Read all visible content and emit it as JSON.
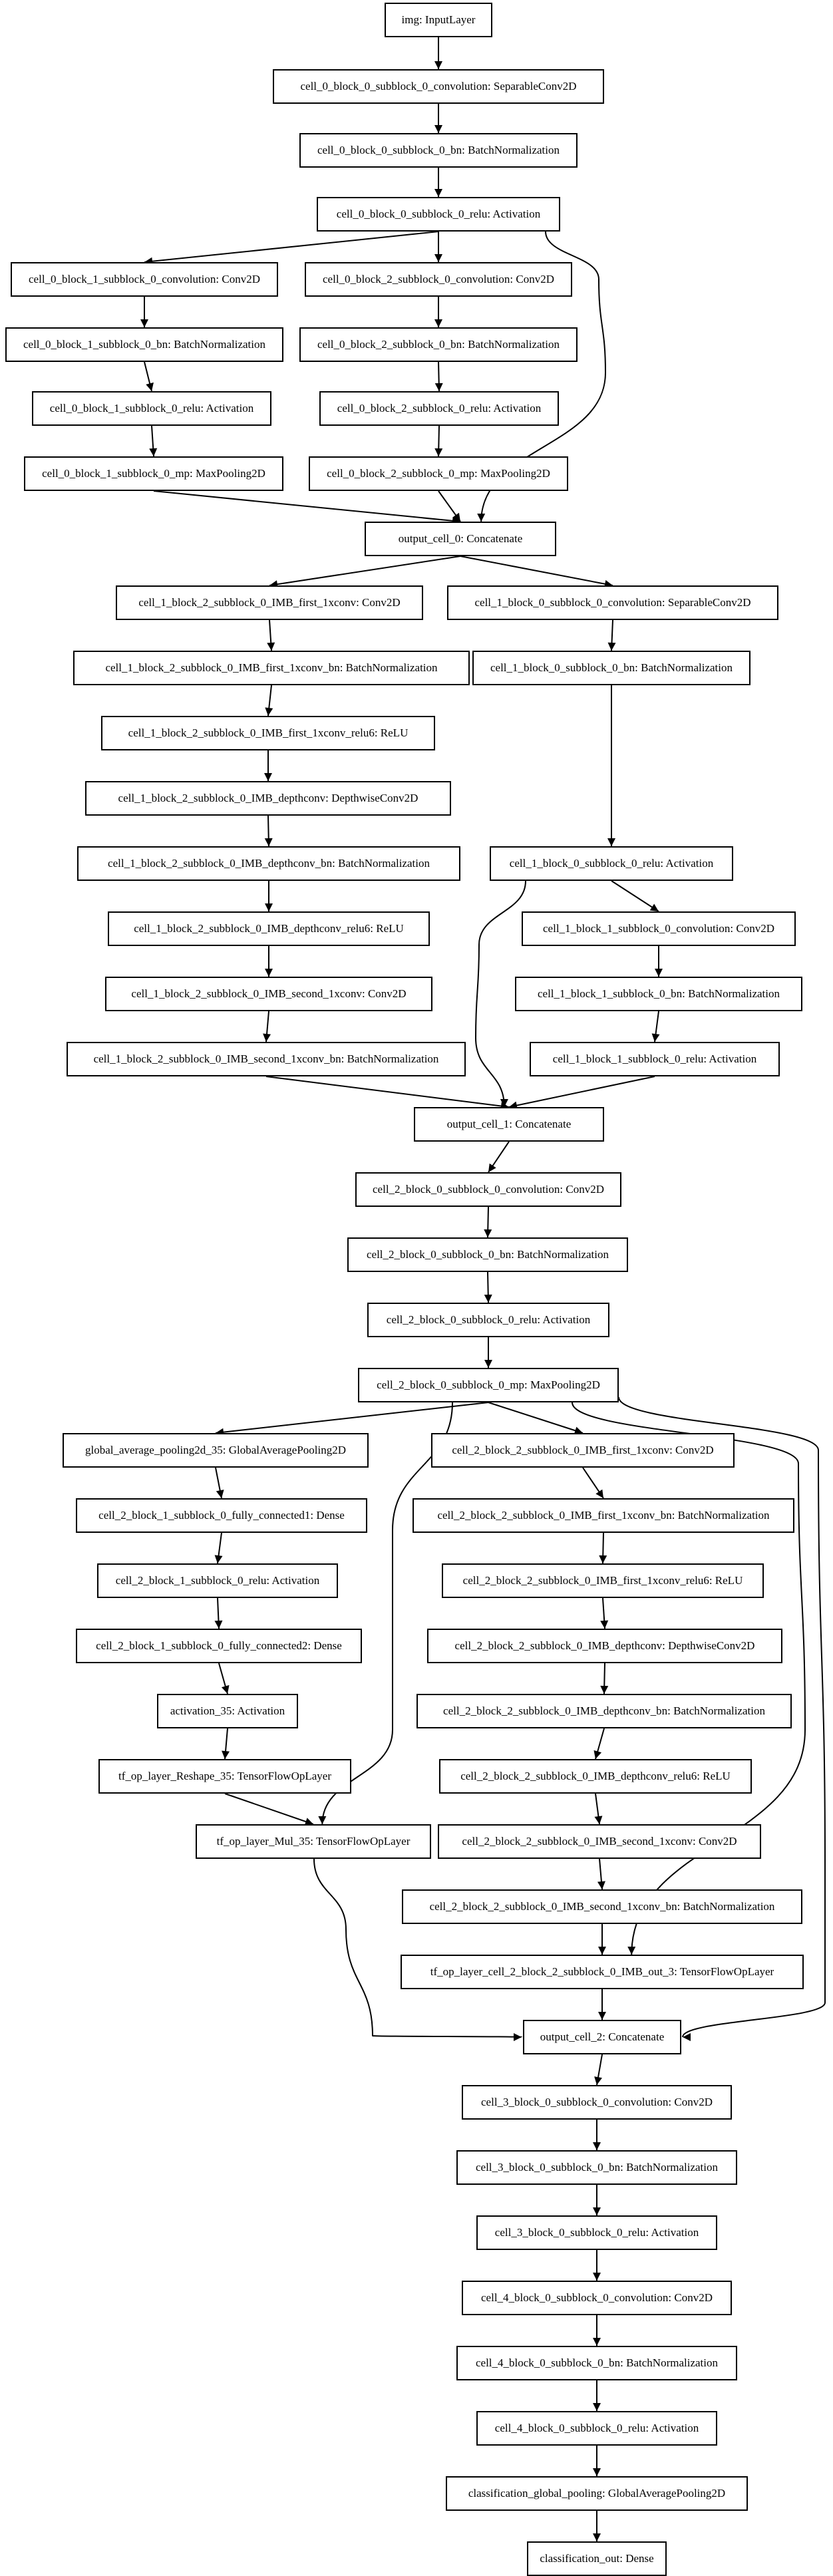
{
  "nodes": {
    "n0": "img: InputLayer",
    "n1": "cell_0_block_0_subblock_0_convolution: SeparableConv2D",
    "n2": "cell_0_block_0_subblock_0_bn: BatchNormalization",
    "n3": "cell_0_block_0_subblock_0_relu: Activation",
    "n4": "cell_0_block_1_subblock_0_convolution: Conv2D",
    "n5": "cell_0_block_2_subblock_0_convolution: Conv2D",
    "n6": "cell_0_block_1_subblock_0_bn: BatchNormalization",
    "n7": "cell_0_block_2_subblock_0_bn: BatchNormalization",
    "n8": "cell_0_block_1_subblock_0_relu: Activation",
    "n9": "cell_0_block_2_subblock_0_relu: Activation",
    "n10": "cell_0_block_1_subblock_0_mp: MaxPooling2D",
    "n11": "cell_0_block_2_subblock_0_mp: MaxPooling2D",
    "n12": "output_cell_0: Concatenate",
    "n13": "cell_1_block_2_subblock_0_IMB_first_1xconv: Conv2D",
    "n14": "cell_1_block_0_subblock_0_convolution: SeparableConv2D",
    "n15": "cell_1_block_2_subblock_0_IMB_first_1xconv_bn: BatchNormalization",
    "n16": "cell_1_block_0_subblock_0_bn: BatchNormalization",
    "n17": "cell_1_block_2_subblock_0_IMB_first_1xconv_relu6: ReLU",
    "n18": "cell_1_block_2_subblock_0_IMB_depthconv: DepthwiseConv2D",
    "n19": "cell_1_block_2_subblock_0_IMB_depthconv_bn: BatchNormalization",
    "n20": "cell_1_block_0_subblock_0_relu: Activation",
    "n21": "cell_1_block_2_subblock_0_IMB_depthconv_relu6: ReLU",
    "n22": "cell_1_block_1_subblock_0_convolution: Conv2D",
    "n23": "cell_1_block_2_subblock_0_IMB_second_1xconv: Conv2D",
    "n24": "cell_1_block_1_subblock_0_bn: BatchNormalization",
    "n25": "cell_1_block_2_subblock_0_IMB_second_1xconv_bn: BatchNormalization",
    "n26": "cell_1_block_1_subblock_0_relu: Activation",
    "n27": "output_cell_1: Concatenate",
    "n28": "cell_2_block_0_subblock_0_convolution: Conv2D",
    "n29": "cell_2_block_0_subblock_0_bn: BatchNormalization",
    "n30": "cell_2_block_0_subblock_0_relu: Activation",
    "n31": "cell_2_block_0_subblock_0_mp: MaxPooling2D",
    "n32": "global_average_pooling2d_35: GlobalAveragePooling2D",
    "n33": "cell_2_block_2_subblock_0_IMB_first_1xconv: Conv2D",
    "n34": "cell_2_block_1_subblock_0_fully_connected1: Dense",
    "n35": "cell_2_block_2_subblock_0_IMB_first_1xconv_bn: BatchNormalization",
    "n36": "cell_2_block_1_subblock_0_relu: Activation",
    "n37": "cell_2_block_2_subblock_0_IMB_first_1xconv_relu6: ReLU",
    "n38": "cell_2_block_1_subblock_0_fully_connected2: Dense",
    "n39": "cell_2_block_2_subblock_0_IMB_depthconv: DepthwiseConv2D",
    "n40": "activation_35: Activation",
    "n41": "cell_2_block_2_subblock_0_IMB_depthconv_bn: BatchNormalization",
    "n42": "tf_op_layer_Reshape_35: TensorFlowOpLayer",
    "n43": "cell_2_block_2_subblock_0_IMB_depthconv_relu6: ReLU",
    "n44": "tf_op_layer_Mul_35: TensorFlowOpLayer",
    "n45": "cell_2_block_2_subblock_0_IMB_second_1xconv: Conv2D",
    "n46": "cell_2_block_2_subblock_0_IMB_second_1xconv_bn: BatchNormalization",
    "n47": "tf_op_layer_cell_2_block_2_subblock_0_IMB_out_3: TensorFlowOpLayer",
    "n48": "output_cell_2: Concatenate",
    "n49": "cell_3_block_0_subblock_0_convolution: Conv2D",
    "n50": "cell_3_block_0_subblock_0_bn: BatchNormalization",
    "n51": "cell_3_block_0_subblock_0_relu: Activation",
    "n52": "cell_4_block_0_subblock_0_convolution: Conv2D",
    "n53": "cell_4_block_0_subblock_0_bn: BatchNormalization",
    "n54": "cell_4_block_0_subblock_0_relu: Activation",
    "n55": "classification_global_pooling: GlobalAveragePooling2D",
    "n56": "classification_out: Dense"
  },
  "edges": [
    [
      "n0",
      "n1"
    ],
    [
      "n1",
      "n2"
    ],
    [
      "n2",
      "n3"
    ],
    [
      "n3",
      "n4"
    ],
    [
      "n3",
      "n5"
    ],
    [
      "n3",
      "n12"
    ],
    [
      "n4",
      "n6"
    ],
    [
      "n6",
      "n8"
    ],
    [
      "n8",
      "n10"
    ],
    [
      "n10",
      "n12"
    ],
    [
      "n5",
      "n7"
    ],
    [
      "n7",
      "n9"
    ],
    [
      "n9",
      "n11"
    ],
    [
      "n11",
      "n12"
    ],
    [
      "n12",
      "n13"
    ],
    [
      "n12",
      "n14"
    ],
    [
      "n13",
      "n15"
    ],
    [
      "n15",
      "n17"
    ],
    [
      "n17",
      "n18"
    ],
    [
      "n18",
      "n19"
    ],
    [
      "n19",
      "n21"
    ],
    [
      "n21",
      "n23"
    ],
    [
      "n23",
      "n25"
    ],
    [
      "n25",
      "n27"
    ],
    [
      "n14",
      "n16"
    ],
    [
      "n16",
      "n20"
    ],
    [
      "n20",
      "n22"
    ],
    [
      "n20",
      "n27"
    ],
    [
      "n22",
      "n24"
    ],
    [
      "n24",
      "n26"
    ],
    [
      "n26",
      "n27"
    ],
    [
      "n27",
      "n28"
    ],
    [
      "n28",
      "n29"
    ],
    [
      "n29",
      "n30"
    ],
    [
      "n30",
      "n31"
    ],
    [
      "n31",
      "n32"
    ],
    [
      "n31",
      "n44"
    ],
    [
      "n31",
      "n33"
    ],
    [
      "n31",
      "n47"
    ],
    [
      "n32",
      "n34"
    ],
    [
      "n34",
      "n36"
    ],
    [
      "n36",
      "n38"
    ],
    [
      "n38",
      "n40"
    ],
    [
      "n40",
      "n42"
    ],
    [
      "n42",
      "n44"
    ],
    [
      "n44",
      "n48"
    ],
    [
      "n33",
      "n35"
    ],
    [
      "n35",
      "n37"
    ],
    [
      "n37",
      "n39"
    ],
    [
      "n39",
      "n41"
    ],
    [
      "n41",
      "n43"
    ],
    [
      "n43",
      "n45"
    ],
    [
      "n45",
      "n46"
    ],
    [
      "n46",
      "n47"
    ],
    [
      "n47",
      "n48"
    ],
    [
      "n31",
      "n48"
    ],
    [
      "n48",
      "n49"
    ],
    [
      "n49",
      "n50"
    ],
    [
      "n50",
      "n51"
    ],
    [
      "n51",
      "n52"
    ],
    [
      "n52",
      "n53"
    ],
    [
      "n53",
      "n54"
    ],
    [
      "n54",
      "n55"
    ],
    [
      "n55",
      "n56"
    ]
  ]
}
